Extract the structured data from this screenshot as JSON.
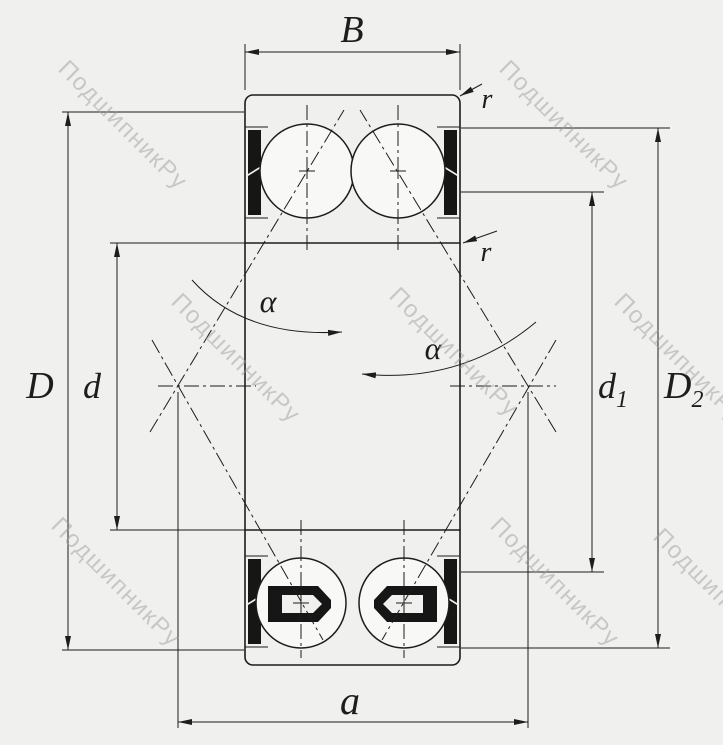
{
  "watermark": {
    "text": "ПодшипникРу"
  },
  "labels": {
    "width": "B",
    "radius_top": "r",
    "radius_bottom": "r",
    "outer_diameter": "D",
    "bore_diameter": "d",
    "d1_base": "d",
    "d1_sub": "1",
    "d2_base": "D",
    "d2_sub": "2",
    "pressure_center_distance": "a",
    "contact_angle_left": "α",
    "contact_angle_right": "α"
  },
  "colors": {
    "background": "#f0f0ee",
    "line": "#1d1d1b",
    "hatch": "#2e2e2c",
    "ball_fill": "#f8f8f7",
    "watermark": "#9b9b9b"
  }
}
